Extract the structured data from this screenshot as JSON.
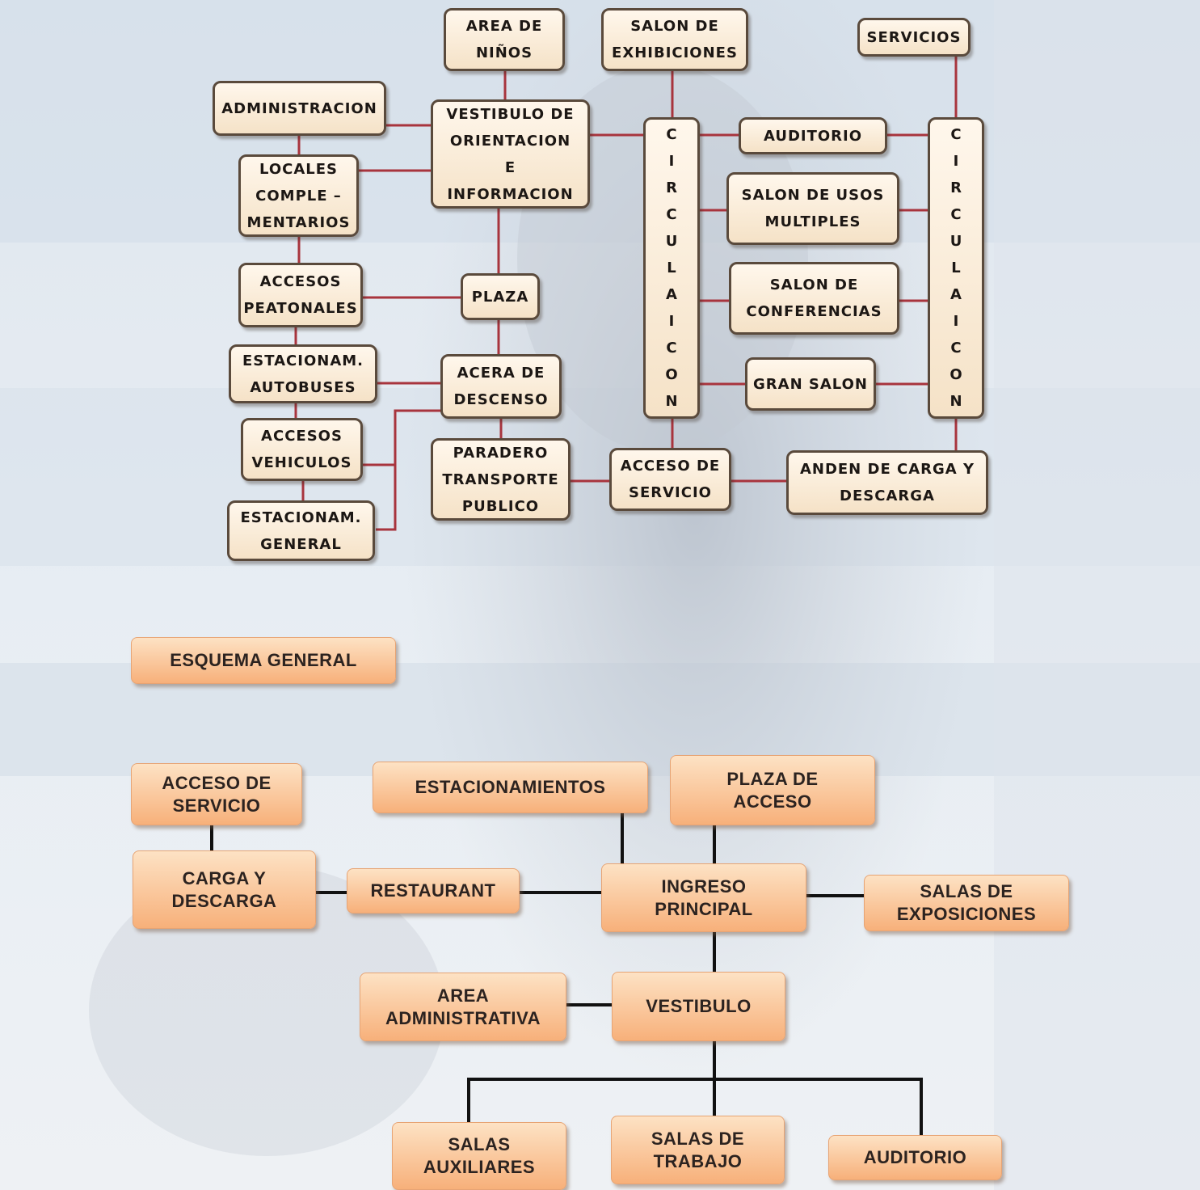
{
  "upper": {
    "area_ninos": "AREA DE\nNIÑOS",
    "salon_exhibiciones": "SALON DE\nEXHIBICIONES",
    "servicios": "SERVICIOS",
    "administracion": "ADMINISTRACION",
    "vestibulo": "VESTIBULO DE\nORIENTACION\nE\nINFORMACION",
    "circulacion_left": "C\nI\nR\nC\nU\nL\nA\nI\nC\nO\nN",
    "circulacion_right": "C\nI\nR\nC\nU\nL\nA\nI\nC\nO\nN",
    "auditorio": "AUDITORIO",
    "locales": "LOCALES\nCOMPLE –\nMENTARIOS",
    "salon_usos": "SALON DE USOS\nMULTIPLES",
    "accesos_peatonales": "ACCESOS\nPEATONALES",
    "plaza": "PLAZA",
    "salon_conferencias": "SALON DE\nCONFERENCIAS",
    "estac_autobuses": "ESTACIONAM.\nAUTOBUSES",
    "acera": "ACERA DE\nDESCENSO",
    "gran_salon": "GRAN SALON",
    "accesos_vehiculos": "ACCESOS\nVEHICULOS",
    "paradero": "PARADERO\nTRANSPORTE\nPUBLICO",
    "acceso_servicio": "ACCESO DE\nSERVICIO",
    "anden": "ANDEN DE CARGA Y\nDESCARGA",
    "estac_general": "ESTACIONAM.\nGENERAL"
  },
  "title": "ESQUEMA GENERAL",
  "lower": {
    "acceso_servicio": "ACCESO  DE\nSERVICIO",
    "estacionamientos": "ESTACIONAMIENTOS",
    "plaza_acceso": "PLAZA DE\nACCESO",
    "carga_descarga": "CARGA  Y\nDESCARGA",
    "restaurant": "RESTAURANT",
    "ingreso": "INGRESO\nPRINCIPAL",
    "salas_exposiciones": "SALAS DE\nEXPOSICIONES",
    "area_admin": "AREA\nADMINISTRATIVA",
    "vestibulo": "VESTIBULO",
    "salas_auxiliares": "SALAS\nAUXILIARES",
    "salas_trabajo": "SALAS DE\nTRABAJO",
    "auditorio": "AUDITORIO"
  },
  "colors": {
    "upper_line": "#a8343d",
    "lower_line": "#111111",
    "upper_fill": "#fbefe0",
    "lower_fill": "#f9bf8f"
  }
}
